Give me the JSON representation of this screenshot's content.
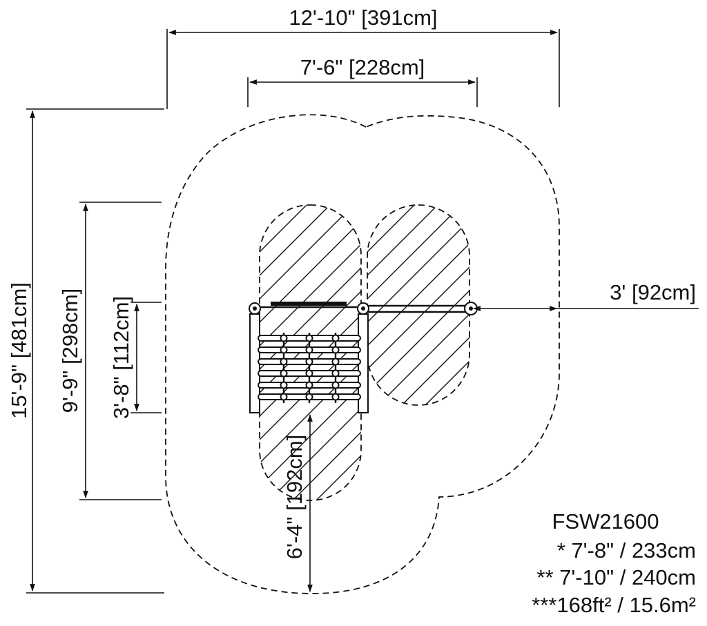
{
  "dimensions": {
    "overall_width": "12'-10\" [391cm]",
    "structure_width": "7'-6\" [228cm]",
    "side_clearance": "3' [92cm]",
    "overall_length": "15'-9\" [481cm]",
    "use_zone_length": "9'-9\" [298cm]",
    "structure_depth": "3'-8\" [112cm]",
    "front_clearance": "6'-4\" [192cm]"
  },
  "specs": {
    "model": "FSW21600",
    "line1": "* 7'-8\" / 233cm",
    "line2": "** 7'-10\" / 240cm",
    "line3": "***168ft² / 15.6m²"
  }
}
